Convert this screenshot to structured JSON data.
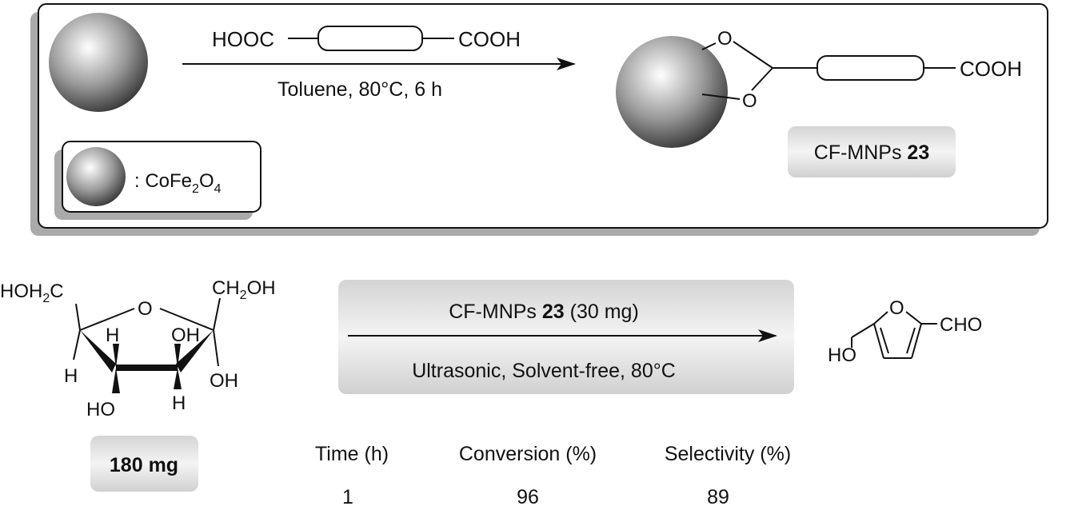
{
  "top_scheme": {
    "reagent_left": "HOOC",
    "reagent_right": "COOH",
    "conditions": "Toluene, 80°C, 6 h",
    "product_o_top": "O",
    "product_o_bottom": "O",
    "product_acid": "COOH",
    "product_label": "CF-MNPs ",
    "product_label_num": "23",
    "legend_prefix": ": CoFe",
    "legend_sub1": "2",
    "legend_o": "O",
    "legend_sub2": "4"
  },
  "substrate": {
    "hoh2c_a": "HOH",
    "hoh2c_sub": "2",
    "hoh2c_b": "C",
    "ring_o": "O",
    "ch2oh_a": "CH",
    "ch2oh_sub": "2",
    "ch2oh_b": "OH",
    "h_left": "H",
    "h_top": "H",
    "oh_top": "OH",
    "oh_right": "OH",
    "ho_bottom": "HO",
    "h_bottom": "H",
    "amount": "180 mg"
  },
  "reaction": {
    "catalyst": "CF-MNPs ",
    "catalyst_num": "23",
    "catalyst_amount": " (30 mg)",
    "conditions": "Ultrasonic, Solvent-free, 80°C"
  },
  "product": {
    "ring_o": "O",
    "ho": "HO",
    "cho": "CHO"
  },
  "results_table": {
    "headers": [
      "Time (h)",
      "Conversion (%)",
      "Selectivity (%)"
    ],
    "rows": [
      [
        "1",
        "96",
        "89"
      ]
    ]
  }
}
